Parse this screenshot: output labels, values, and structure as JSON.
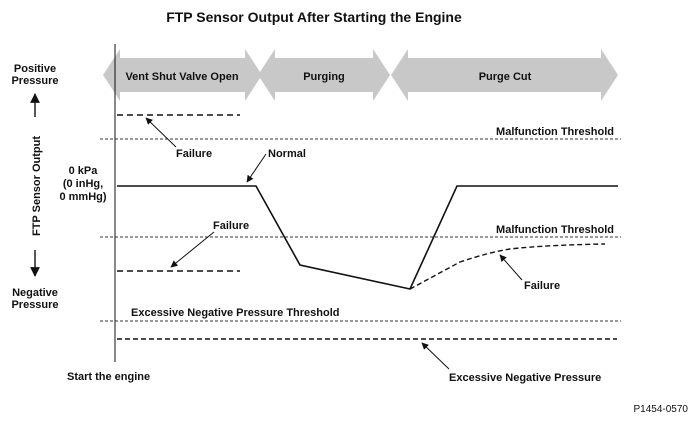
{
  "title": "FTP Sensor Output After Starting the Engine",
  "phases": [
    {
      "label": "Vent Shut Valve Open"
    },
    {
      "label": "Purging"
    },
    {
      "label": "Purge Cut"
    }
  ],
  "y_axis": {
    "label": "FTP Sensor Output",
    "top_label": [
      "Positive",
      "Pressure"
    ],
    "bottom_label": [
      "Negative",
      "Pressure"
    ],
    "zero_label": [
      "0 kPa",
      "(0 inHg,",
      "0 mmHg)"
    ]
  },
  "thresholds": {
    "upper": "Malfunction Threshold",
    "lower": "Malfunction Threshold",
    "excessive": "Excessive Negative Pressure Threshold"
  },
  "annotations": {
    "failure_upper": "Failure",
    "normal": "Normal",
    "failure_lower": "Failure",
    "failure_right": "Failure",
    "excessive_negative": "Excessive Negative Pressure",
    "start": "Start the engine"
  },
  "figure_code": "P1454-0570",
  "colors": {
    "arrow_fill": "#c8c8c8",
    "line": "#111111",
    "dashed_threshold": "#333333"
  }
}
